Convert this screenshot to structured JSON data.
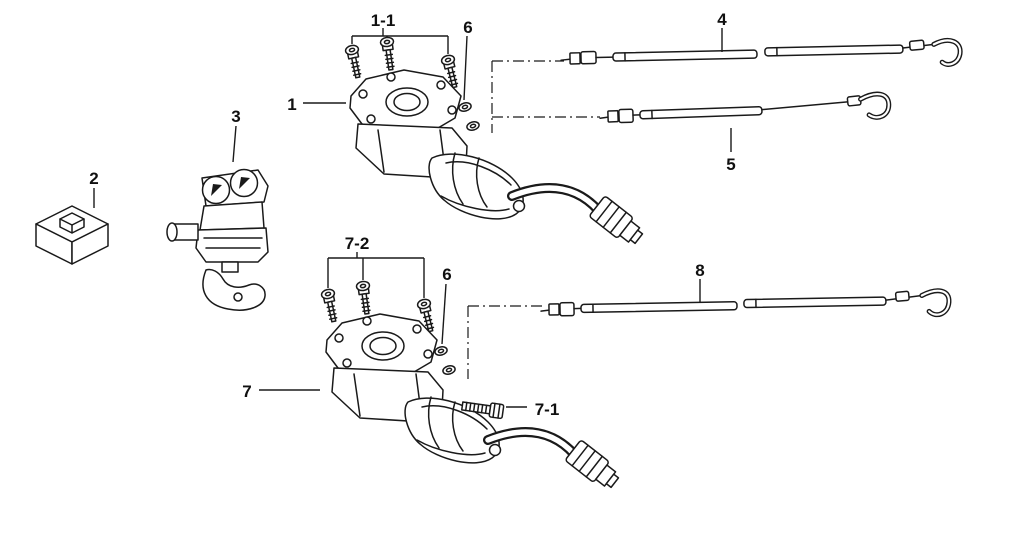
{
  "figure": {
    "colors": {
      "background": "#ffffff",
      "line": "#1a1a1a"
    },
    "callouts": {
      "c1": "1",
      "c1_1": "1-1",
      "c2": "2",
      "c3": "3",
      "c4": "4",
      "c5": "5",
      "c6_upper": "6",
      "c6_lower": "6",
      "c7": "7",
      "c7_1": "7-1",
      "c7_2": "7-2",
      "c8": "8"
    }
  }
}
